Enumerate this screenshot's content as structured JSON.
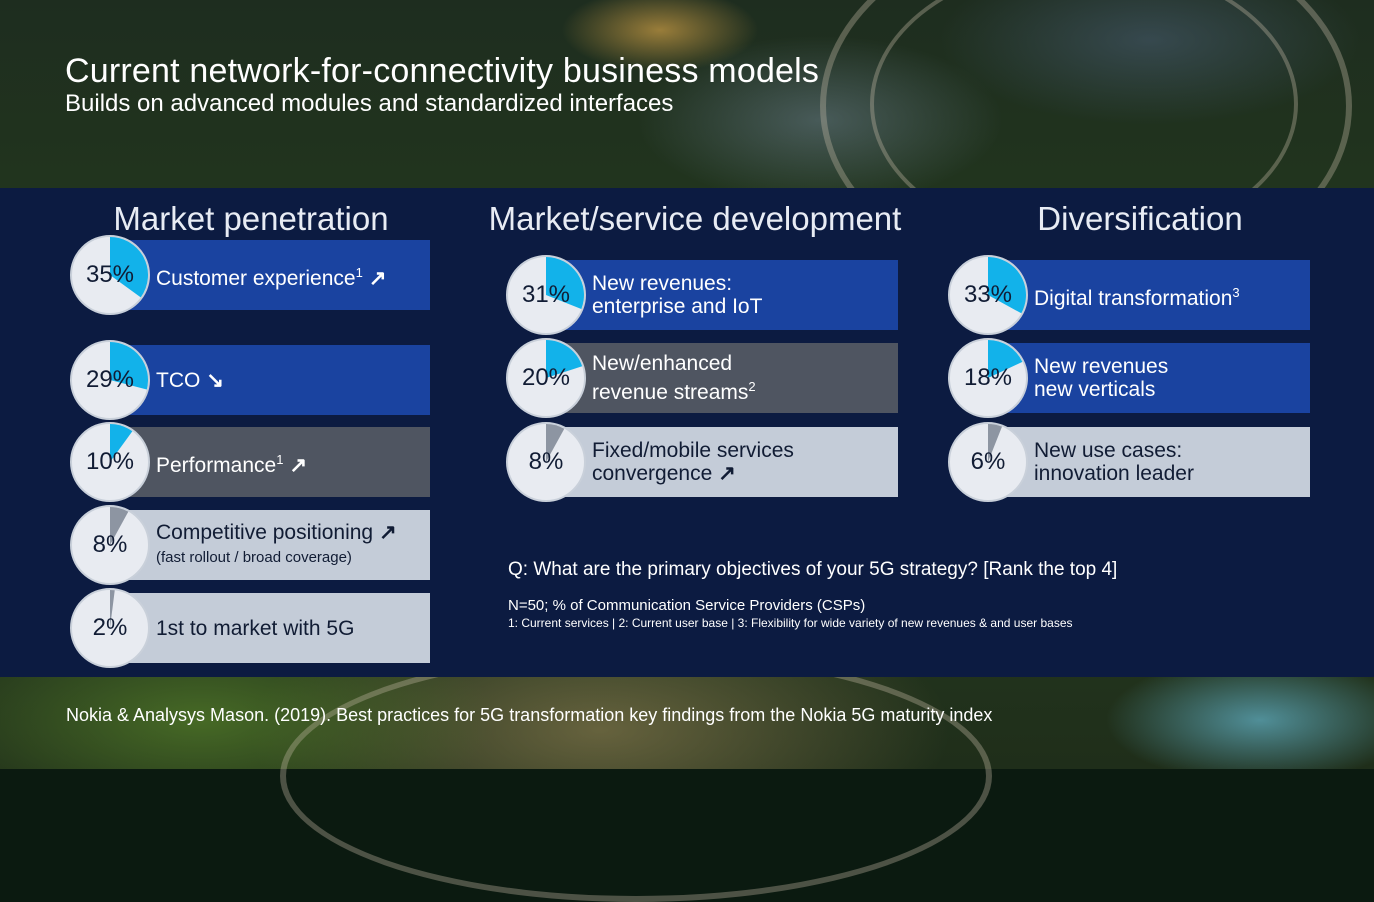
{
  "title": "Current network-for-connectivity business models",
  "subtitle": "Builds on advanced modules and standardized interfaces",
  "columns": [
    {
      "heading": "Market penetration",
      "items": [
        {
          "pct": "35%",
          "value": 35,
          "label": "Customer experience",
          "sup": "1",
          "arrow": "up",
          "style": "blue"
        },
        {
          "pct": "29%",
          "value": 29,
          "label": "TCO",
          "sup": "",
          "arrow": "down",
          "style": "blue"
        },
        {
          "pct": "10%",
          "value": 10,
          "label": "Performance",
          "sup": "1",
          "arrow": "up",
          "style": "gray"
        },
        {
          "pct": "8%",
          "value": 8,
          "label": "Competitive positioning",
          "label2": "(fast rollout / broad coverage)",
          "sup": "",
          "arrow": "up",
          "style": "light"
        },
        {
          "pct": "2%",
          "value": 2,
          "label": "1st to market with 5G",
          "sup": "",
          "arrow": "",
          "style": "light"
        }
      ]
    },
    {
      "heading": "Market/service development",
      "items": [
        {
          "pct": "31%",
          "value": 31,
          "label": "New revenues:",
          "label2": "enterprise and IoT",
          "sup": "",
          "arrow": "",
          "style": "blue"
        },
        {
          "pct": "20%",
          "value": 20,
          "label": "New/enhanced",
          "label2": "revenue streams",
          "sup2": "2",
          "arrow": "",
          "style": "gray"
        },
        {
          "pct": "8%",
          "value": 8,
          "label": "Fixed/mobile services",
          "label2": "convergence",
          "arrow2": "up",
          "style": "light"
        }
      ]
    },
    {
      "heading": "Diversification",
      "items": [
        {
          "pct": "33%",
          "value": 33,
          "label": "Digital transformation",
          "sup": "3",
          "arrow": "",
          "style": "blue"
        },
        {
          "pct": "18%",
          "value": 18,
          "label": "New revenues",
          "label2": "new verticals",
          "arrow": "",
          "style": "blue"
        },
        {
          "pct": "6%",
          "value": 6,
          "label": "New use cases:",
          "label2": "innovation leader",
          "arrow": "",
          "style": "light"
        }
      ]
    }
  ],
  "question": "Q: What are the primary objectives of your 5G strategy? [Rank the top 4]",
  "sample": "N=50; % of Communication Service Providers (CSPs)",
  "footnotes": "1: Current services  |  2: Current user base  |  3: Flexibility for wide variety of new revenues & and user bases",
  "source": "Nokia & Analysys Mason. (2019). Best practices for 5G transformation key findings from the Nokia 5G maturity index",
  "colors": {
    "panel": "#0c1b41",
    "blue_bar": "#1a43a0",
    "gray_bar": "#4f5561",
    "light_bar": "#c4ccd8",
    "pie_accent": "#12b2ea",
    "pie_gray": "#8d95a2"
  }
}
